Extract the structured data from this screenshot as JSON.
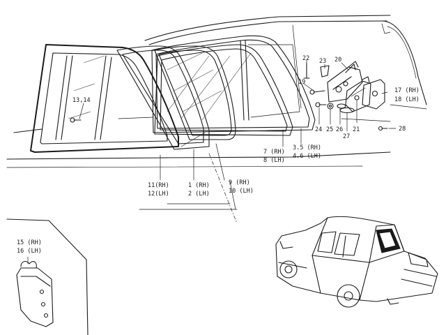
{
  "labels": {
    "p13_14": "13,14",
    "p22": "22",
    "p23": "23",
    "p20": "20",
    "p19": "19",
    "p17": "17 (RH)",
    "p18": "18 (LH)",
    "p24": "24",
    "p25": "25",
    "p26": "26",
    "p21": "21",
    "p27": "27",
    "p28": "28",
    "p7": "7 (RH)",
    "p8": "8 (LH)",
    "p3_5": "3.5 (RH)",
    "p4_6": "4.6 (LH)",
    "p11": "11(RH)",
    "p12": "12(LH)",
    "p1": "1 (RH)",
    "p2": "2 (LH)",
    "p9": "9 (RH)",
    "p10": "10 (LH)",
    "p15": "15 (RH)",
    "p16": "16 (LH)"
  }
}
